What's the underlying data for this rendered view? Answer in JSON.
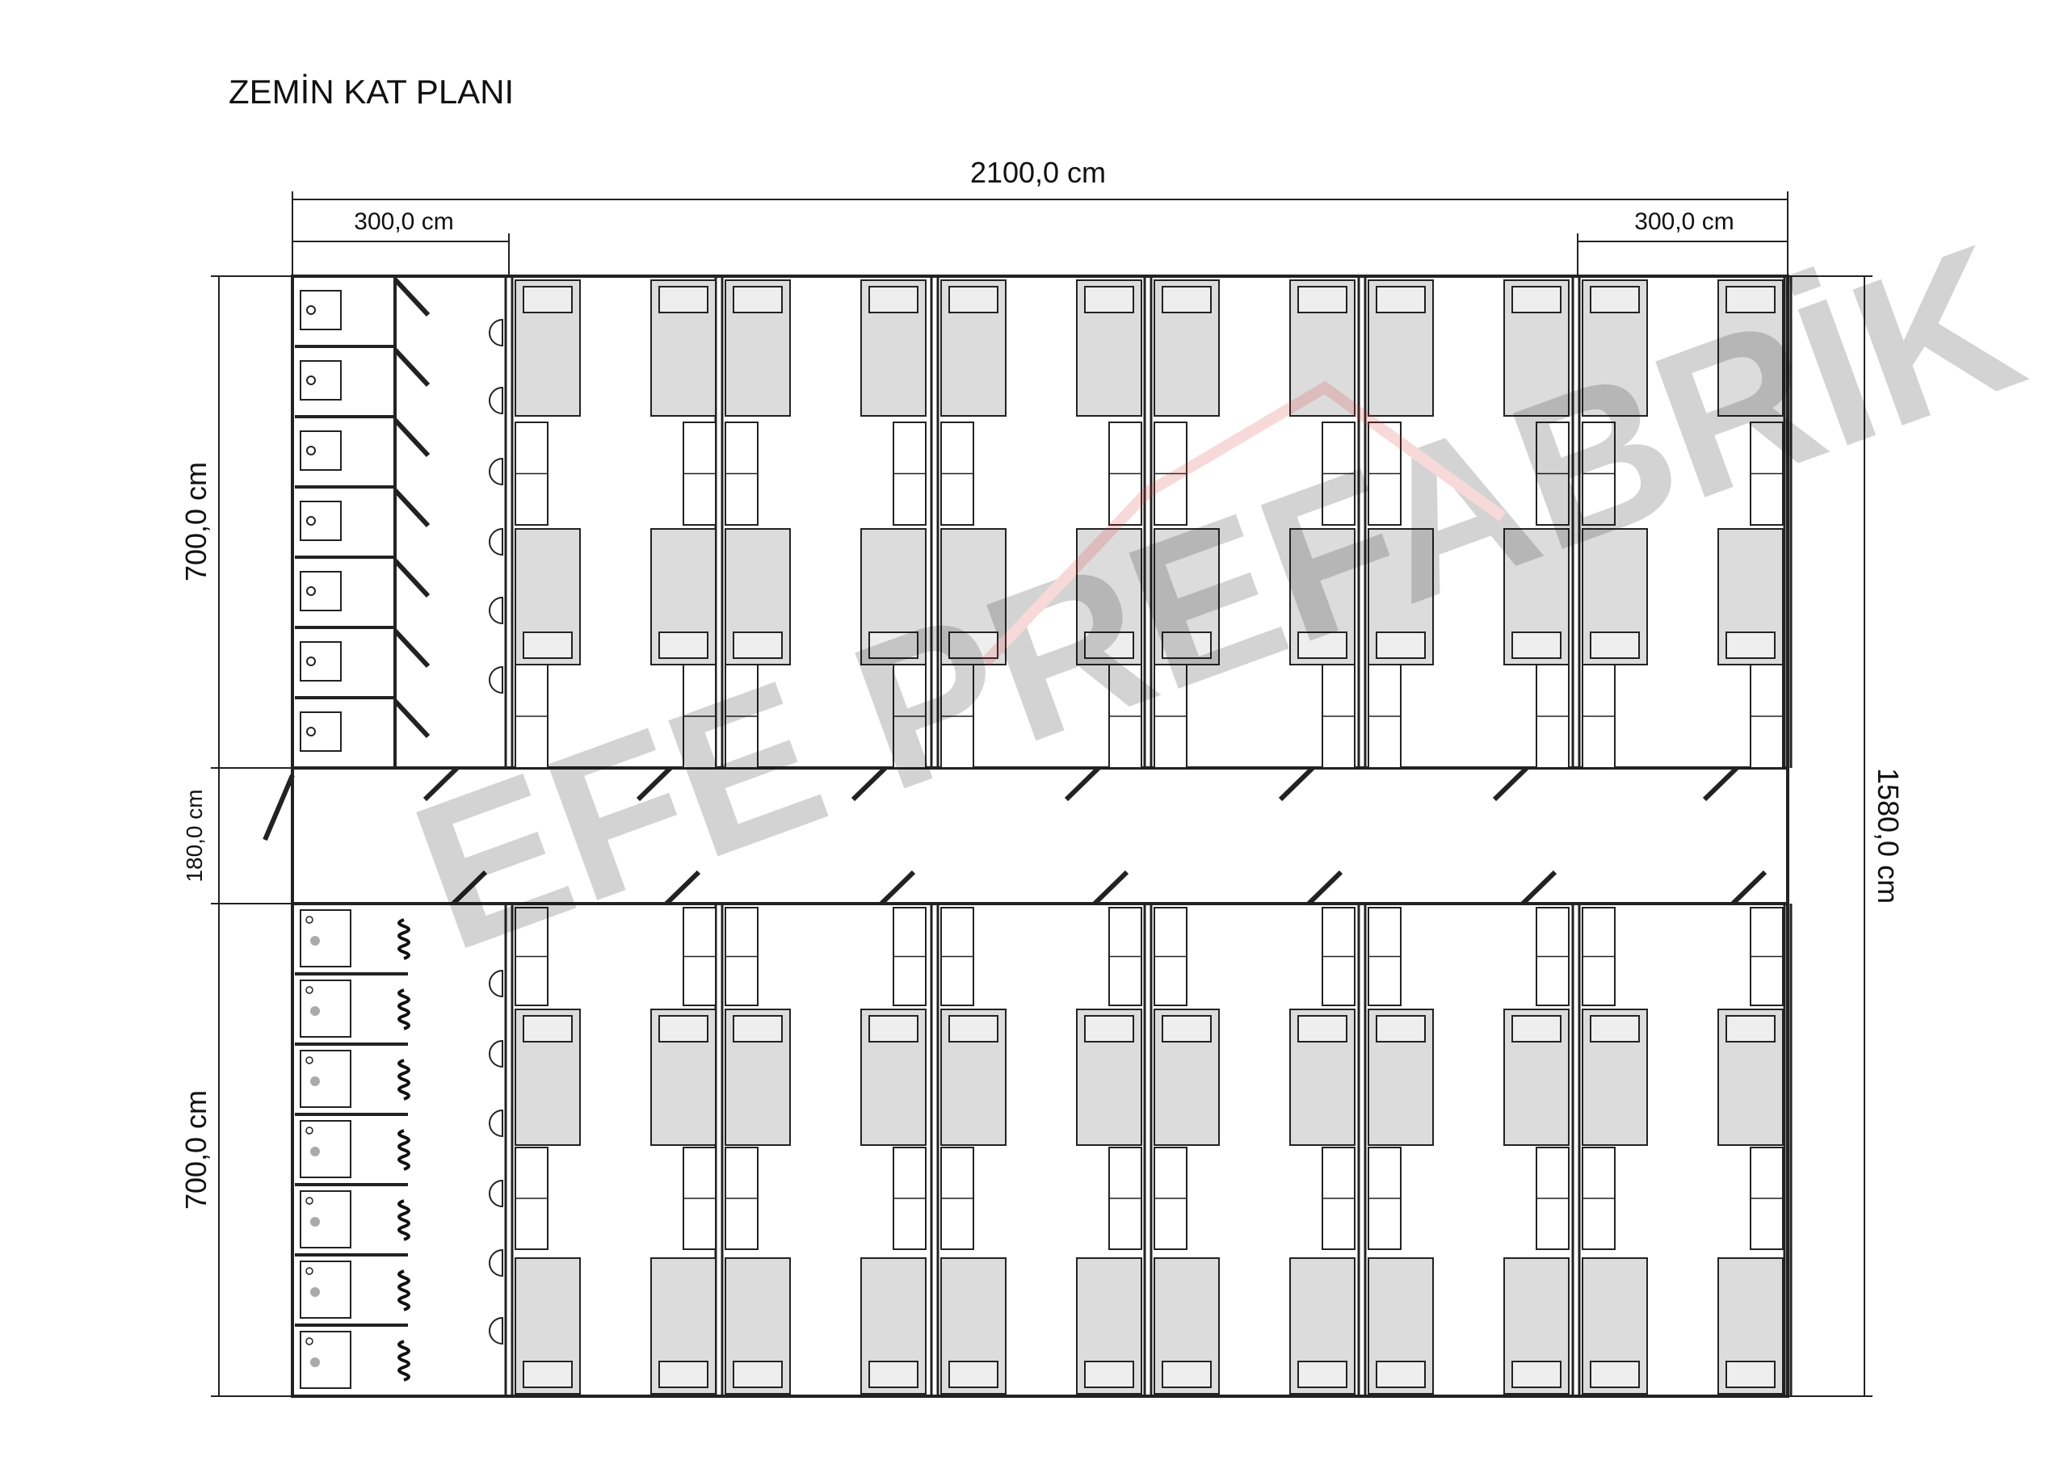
{
  "title": "ZEMİN KAT PLANI",
  "dimensions": {
    "total_width": "2100,0 cm",
    "left_module_width": "300,0 cm",
    "right_module_width": "300,0 cm",
    "top_block_depth": "700,0 cm",
    "corridor_width": "180,0 cm",
    "bottom_block_depth": "700,0 cm",
    "total_depth": "1580,0 cm"
  },
  "watermark": "EFE PREFABRİK",
  "colors": {
    "line": "#222222",
    "furniture": "#dcdcdc",
    "watermark": "#e8c8c8"
  }
}
